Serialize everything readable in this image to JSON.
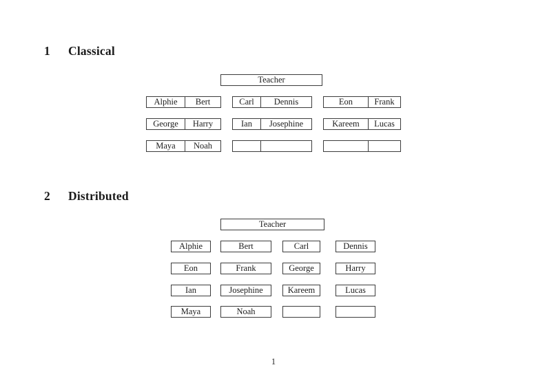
{
  "document": {
    "page_number": "1"
  },
  "colors": {
    "border": "#3b3b3b",
    "text": "#1c1c1c",
    "background": "#ffffff"
  },
  "classical": {
    "heading_number": "1",
    "heading_title": "Classical",
    "teacher_label": "Teacher",
    "desk_rows": [
      [
        [
          "Alphie",
          "Bert"
        ],
        [
          "Carl",
          "Dennis"
        ],
        [
          "Eon",
          "Frank"
        ]
      ],
      [
        [
          "George",
          "Harry"
        ],
        [
          "Ian",
          "Josephine"
        ],
        [
          "Kareem",
          "Lucas"
        ]
      ],
      [
        [
          "Maya",
          "Noah"
        ],
        [
          "",
          ""
        ],
        [
          "",
          ""
        ]
      ]
    ]
  },
  "distributed": {
    "heading_number": "2",
    "heading_title": "Distributed",
    "teacher_label": "Teacher",
    "desk_rows": [
      [
        "Alphie",
        "Bert",
        "Carl",
        "Dennis"
      ],
      [
        "Eon",
        "Frank",
        "George",
        "Harry"
      ],
      [
        "Ian",
        "Josephine",
        "Kareem",
        "Lucas"
      ],
      [
        "Maya",
        "Noah",
        "",
        ""
      ]
    ]
  }
}
